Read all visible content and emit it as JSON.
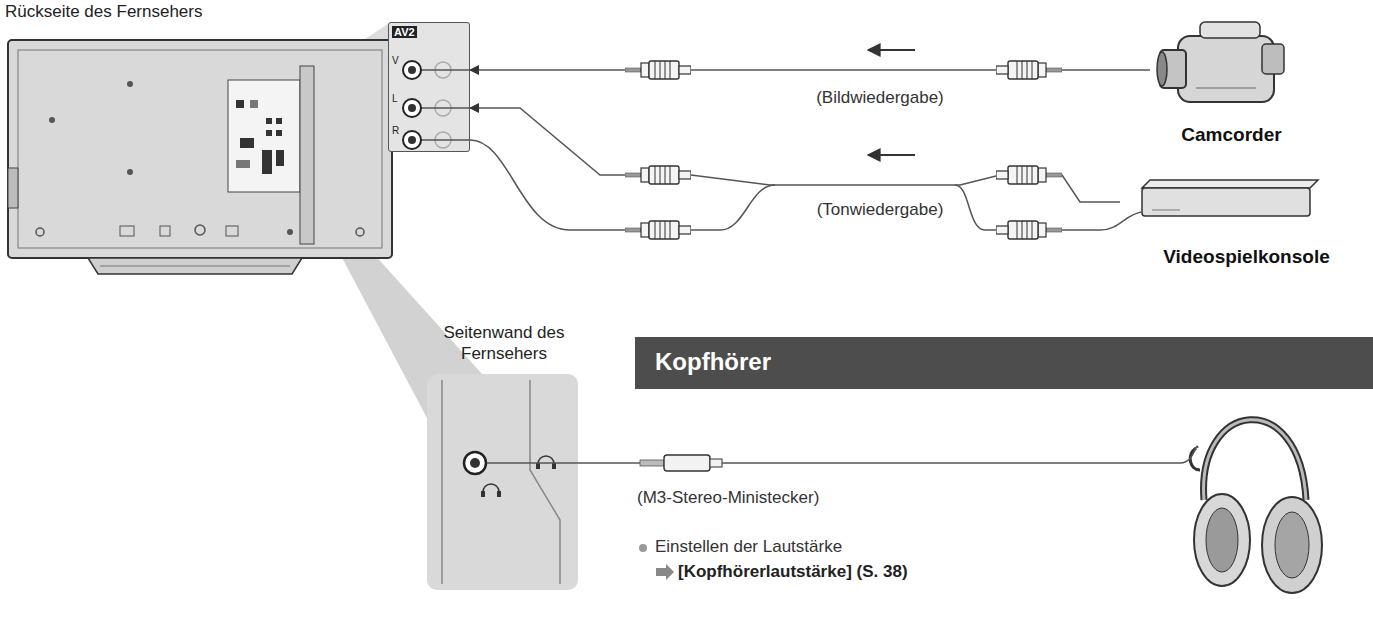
{
  "diagram": {
    "nodes": [
      {
        "text": [
          "Rückseite des Fernsehers"
        ]
      },
      {
        "text": [
          "AV2",
          "V",
          "L",
          "R"
        ]
      },
      {
        "text": [
          "Camcorder"
        ]
      },
      {
        "text": [
          "Videospielkonsole"
        ]
      },
      {
        "text": [
          "Seitenwand des Fernsehers"
        ]
      },
      {
        "text": [
          "Kopfhörer"
        ]
      }
    ],
    "edges": [
      {
        "from": 2,
        "to": 1,
        "arrow": "to",
        "label": "(Bildwiedergabe)"
      },
      {
        "from": 3,
        "to": 1,
        "arrow": "to",
        "label": "(Tonwiedergabe)"
      }
    ],
    "labels": [
      "(M3-Stereo-Ministecker)",
      "Einstellen der Lautstärke",
      "[Kopfhörerlautstärke] (S. 38)"
    ]
  }
}
